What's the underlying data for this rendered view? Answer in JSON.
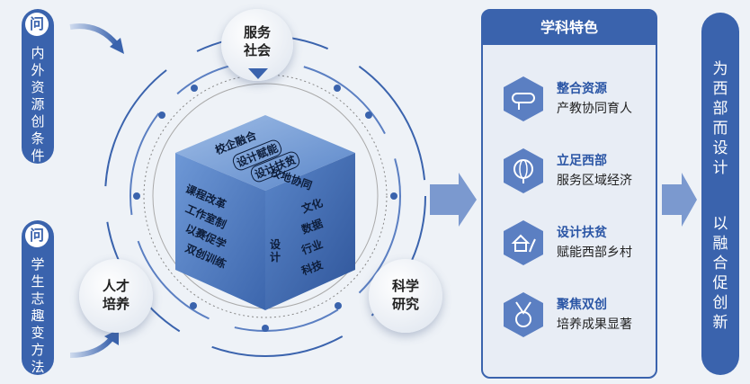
{
  "left_pills": [
    {
      "icon": "问",
      "text": "内外资源创条件"
    },
    {
      "icon": "问",
      "text": "学生志趣变方法"
    }
  ],
  "nodes": {
    "top": "服务\n社会",
    "left": "人才\n培养",
    "right": "科学\n研究"
  },
  "cube": {
    "top_labels": [
      "校企融合",
      "设计赋能",
      "设计扶贫",
      "校地协同"
    ],
    "left_items": [
      "课程改革",
      "工作室制",
      "以赛促学",
      "双创训练"
    ],
    "right_group": "设计",
    "right_items": [
      "文化",
      "数据",
      "行业",
      "科技"
    ]
  },
  "panel": {
    "title": "学科特色",
    "features": [
      {
        "title": "整合资源",
        "sub": "产教协同育人",
        "icon": "diploma-icon"
      },
      {
        "title": "立足西部",
        "sub": "服务区域经济",
        "icon": "globe-icon"
      },
      {
        "title": "设计扶贫",
        "sub": "赋能西部乡村",
        "icon": "village-icon"
      },
      {
        "title": "聚焦双创",
        "sub": "培养成果显著",
        "icon": "medal-icon"
      }
    ]
  },
  "right_pill": {
    "line1": "为西部而设计",
    "line2": "以融合促创新"
  },
  "colors": {
    "primary": "#3a63ad",
    "panel_bg": "#e8edf5",
    "cube": "#4a78c0",
    "arrow": "#7b99cf"
  }
}
